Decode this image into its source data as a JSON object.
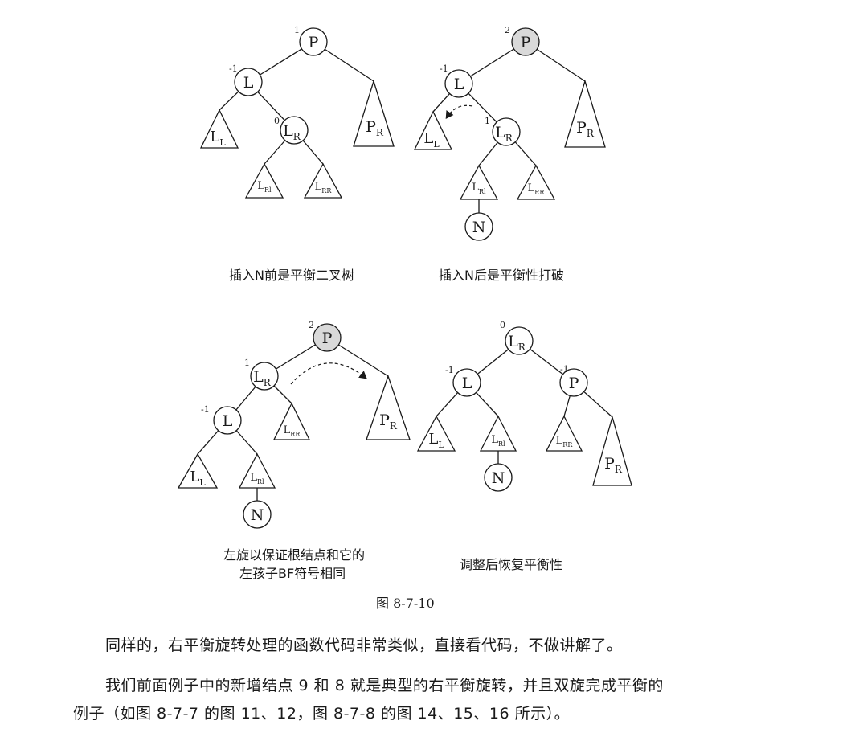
{
  "diagrams": [
    {
      "nodes": [
        {
          "id": "d1-P",
          "main": "P",
          "bf": "1",
          "shaded": false
        },
        {
          "id": "d1-L",
          "main": "L",
          "bf": "-1",
          "shaded": false
        },
        {
          "id": "d1-LR",
          "main": "L",
          "sub": "R",
          "bf": "0",
          "shaded": false
        }
      ],
      "subtrees": [
        {
          "id": "d1-LL",
          "main": "L",
          "sub": "L"
        },
        {
          "id": "d1-PR",
          "main": "P",
          "sub": "R"
        },
        {
          "id": "d1-LRl",
          "main": "L",
          "sub": "Rl"
        },
        {
          "id": "d1-LRR",
          "main": "L",
          "sub": "RR"
        }
      ]
    },
    {
      "nodes": [
        {
          "id": "d2-P",
          "main": "P",
          "bf": "2",
          "shaded": true
        },
        {
          "id": "d2-L",
          "main": "L",
          "bf": "-1",
          "shaded": false
        },
        {
          "id": "d2-LR",
          "main": "L",
          "sub": "R",
          "bf": "1",
          "shaded": false
        },
        {
          "id": "d2-N",
          "main": "N",
          "shaded": false
        }
      ],
      "subtrees": [
        {
          "id": "d2-LL",
          "main": "L",
          "sub": "L"
        },
        {
          "id": "d2-PR",
          "main": "P",
          "sub": "R"
        },
        {
          "id": "d2-LRl",
          "main": "L",
          "sub": "Rl"
        },
        {
          "id": "d2-LRR",
          "main": "L",
          "sub": "RR"
        }
      ]
    },
    {
      "nodes": [
        {
          "id": "d3-P",
          "main": "P",
          "bf": "2",
          "shaded": true
        },
        {
          "id": "d3-LR",
          "main": "L",
          "sub": "R",
          "bf": "1",
          "shaded": false
        },
        {
          "id": "d3-L",
          "main": "L",
          "bf": "-1",
          "shaded": false
        },
        {
          "id": "d3-N",
          "main": "N",
          "shaded": false
        }
      ],
      "subtrees": [
        {
          "id": "d3-PR",
          "main": "P",
          "sub": "R"
        },
        {
          "id": "d3-LRR",
          "main": "L",
          "sub": "RR"
        },
        {
          "id": "d3-LL",
          "main": "L",
          "sub": "L"
        },
        {
          "id": "d3-LRl",
          "main": "L",
          "sub": "Rl"
        }
      ]
    },
    {
      "nodes": [
        {
          "id": "d4-LR",
          "main": "L",
          "sub": "R",
          "bf": "0",
          "shaded": false
        },
        {
          "id": "d4-L",
          "main": "L",
          "bf": "-1",
          "shaded": false
        },
        {
          "id": "d4-P",
          "main": "P",
          "bf": "-1",
          "shaded": false
        },
        {
          "id": "d4-N",
          "main": "N",
          "shaded": false
        }
      ],
      "subtrees": [
        {
          "id": "d4-LL",
          "main": "L",
          "sub": "L"
        },
        {
          "id": "d4-LRl",
          "main": "L",
          "sub": "Rl"
        },
        {
          "id": "d4-LRR",
          "main": "L",
          "sub": "RR"
        },
        {
          "id": "d4-PR",
          "main": "P",
          "sub": "R"
        }
      ]
    }
  ],
  "captions": {
    "d1": "插入N前是平衡二叉树",
    "d2": "插入N后是平衡性打破",
    "d3_line1": "左旋以保证根结点和它的",
    "d3_line2": "左孩子BF符号相同",
    "d4": "调整后恢复平衡性"
  },
  "figure_label": "图 8-7-10",
  "paragraphs": [
    "同样的，右平衡旋转处理的函数代码非常类似，直接看代码，不做讲解了。",
    "我们前面例子中的新增结点 9 和 8 就是典型的右平衡旋转，并且双旋完成平衡的",
    "例子（如图 8-7-7 的图 11、12，图 8-7-8 的图 14、15、16 所示）。"
  ]
}
